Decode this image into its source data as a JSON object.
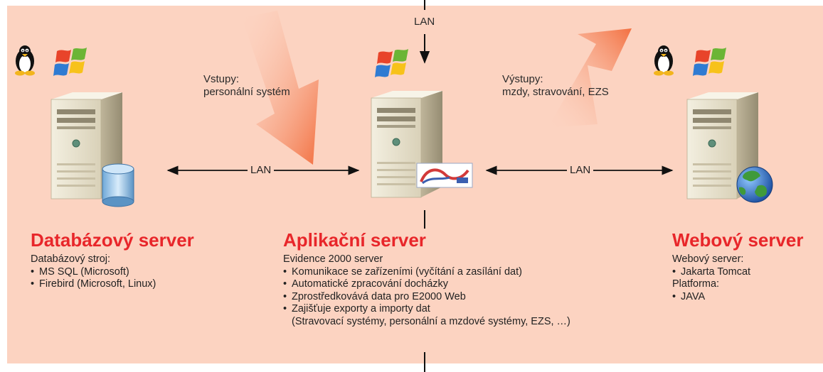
{
  "labels": {
    "lan_top": "LAN",
    "lan_left": "LAN",
    "lan_right": "LAN",
    "inputs_heading": "Vstupy:",
    "inputs_text": "personální systém",
    "outputs_heading": "Výstupy:",
    "outputs_text": "mzdy, stravování, EZS"
  },
  "servers": {
    "database": {
      "title": "Databázový server",
      "groups": [
        {
          "heading": "Databázový stroj:",
          "items": [
            "MS SQL (Microsoft)",
            "Firebird (Microsoft, Linux)"
          ]
        }
      ]
    },
    "application": {
      "title": "Aplikační server",
      "groups": [
        {
          "heading": "Evidence 2000 server",
          "items": [
            "Komunikace se zařízeními (vyčítání a zasílání dat)",
            "Automatické zpracování docházky",
            "Zprostředkovává data pro E2000 Web",
            "Zajišťuje exporty a importy dat"
          ]
        }
      ],
      "continuation": "(Stravovací systémy, personální a mzdové systémy, EZS, …)"
    },
    "web": {
      "title": "Webový server",
      "groups": [
        {
          "heading": "Webový server:",
          "items": [
            "Jakarta Tomcat"
          ]
        },
        {
          "heading": "Platforma:",
          "items": [
            "JAVA"
          ]
        }
      ]
    }
  },
  "icons": [
    "linux-tux-icon",
    "windows-logo-icon",
    "database-cylinder-icon",
    "globe-icon",
    "app-logo-icon"
  ],
  "colors": {
    "panel": "#fcd3c1",
    "title": "#e8262a",
    "arrow_flow": "#f26b3a",
    "server_body": "#e9e3cf"
  }
}
